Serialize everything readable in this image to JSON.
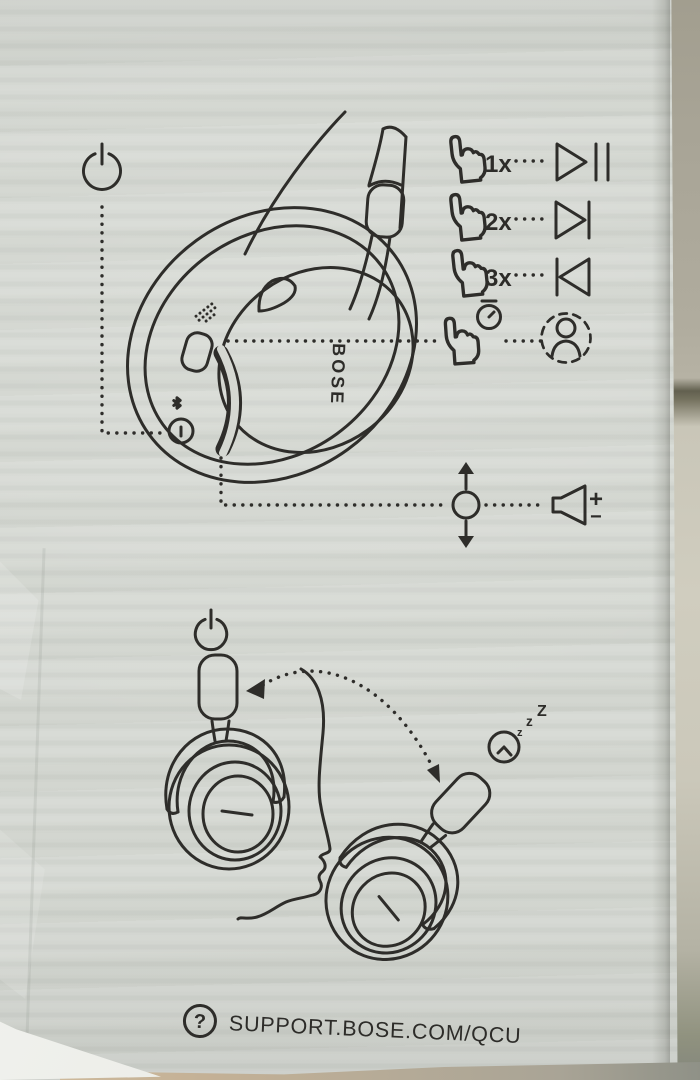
{
  "colors": {
    "box_face": "#d5d8d2",
    "ink": "#2e2d2a",
    "edge_strip_dark": "#a29e8f",
    "edge_strip_light": "#d0cdbf",
    "table_strip": "#c3b096",
    "highlight_wedge": "#f4f5f1"
  },
  "top_diagram": {
    "power_icon": "power-icon",
    "bluetooth_icon": "bluetooth-icon",
    "earcup_logo": "BOSE",
    "tap_rows": [
      {
        "gesture_icon": "tap-hand-icon",
        "count_label": "1x",
        "action_icon": "play-pause-icon"
      },
      {
        "gesture_icon": "tap-hand-icon",
        "count_label": "2x",
        "action_icon": "skip-forward-icon"
      },
      {
        "gesture_icon": "tap-hand-icon",
        "count_label": "3x",
        "action_icon": "skip-back-icon"
      },
      {
        "gesture_icon": "press-hold-timer-icon",
        "action_icon": "voice-assistant-icon"
      }
    ],
    "volume": {
      "swipe_icon": "swipe-up-down-icon",
      "speaker_icon": "speaker-volume-icon",
      "plus_label": "+",
      "minus_label": "−"
    }
  },
  "bottom_diagram": {
    "power_icon": "power-icon",
    "sleep_icon": "sleep-timer-clock-icon",
    "zzz": [
      "z",
      "z",
      "Z"
    ]
  },
  "footer": {
    "help_icon": "question-mark-icon",
    "help_glyph": "?",
    "support_text": "SUPPORT.BOSE.COM/QCU"
  }
}
